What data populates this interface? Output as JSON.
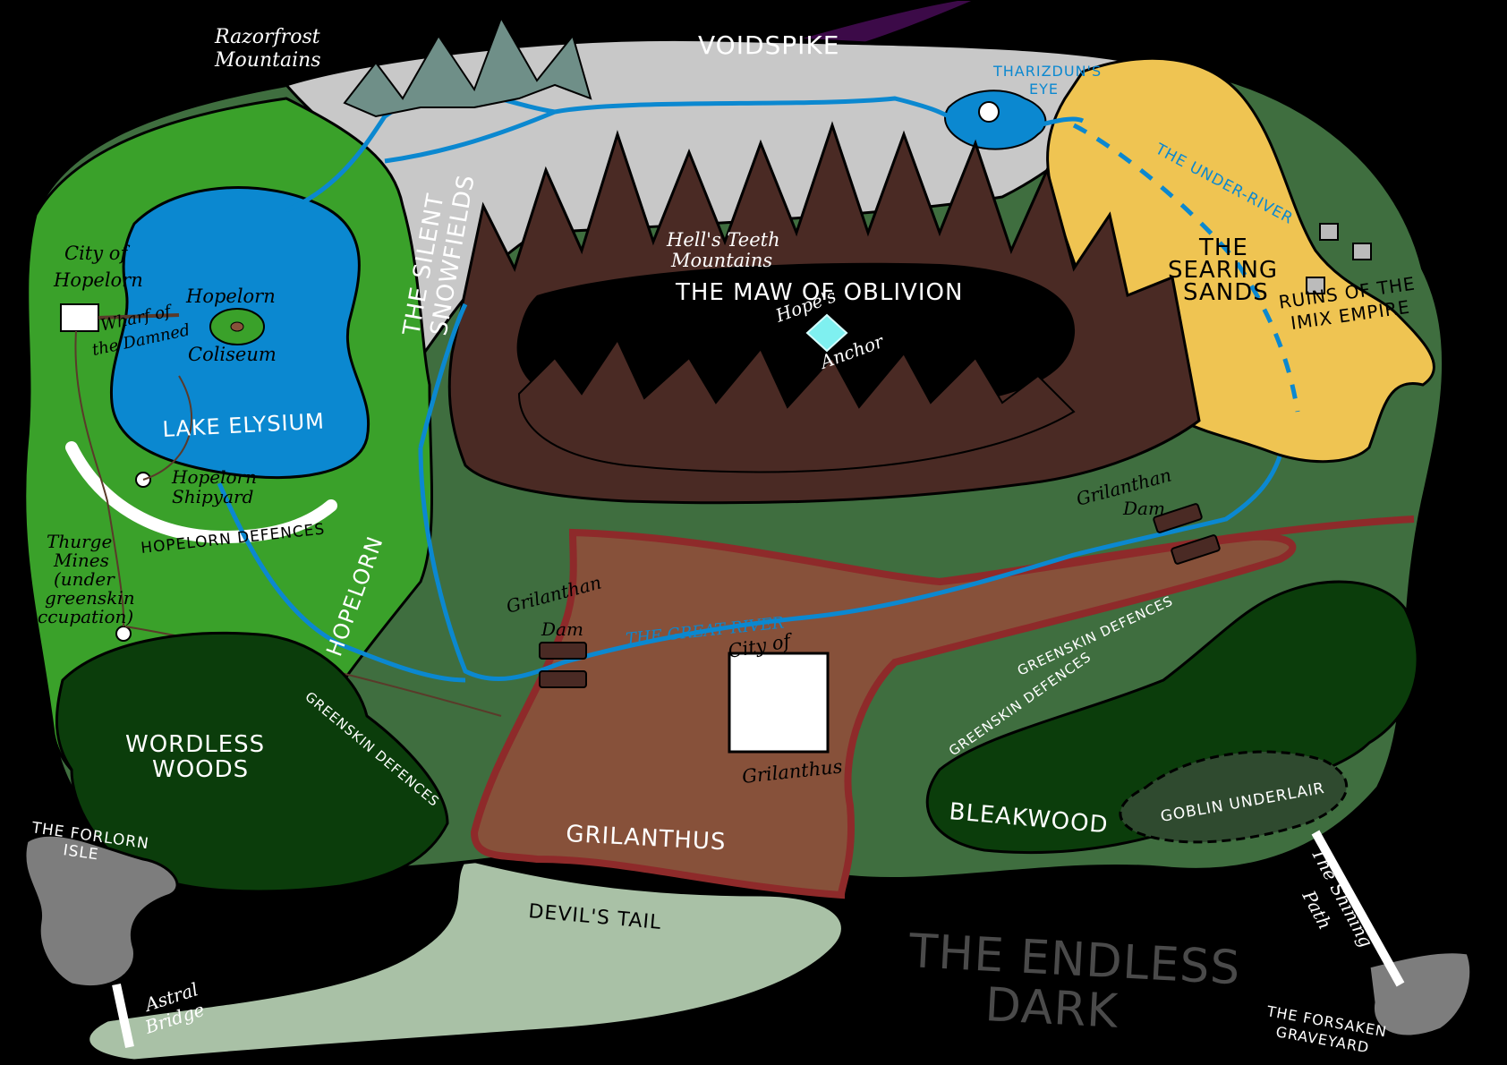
{
  "map": {
    "regions": {
      "razorfrost": [
        "Razorfrost",
        "Mountains"
      ],
      "voidspike": "VOIDSPIKE",
      "tharizdun": [
        "THARIZDUN'S",
        "EYE"
      ],
      "under_river": "THE UNDER-RIVER",
      "searing_sands": [
        "THE",
        "SEARING",
        "SANDS"
      ],
      "ruins": [
        "RUINS OF THE",
        "IMIX EMPIRE"
      ],
      "silent_snowfields": [
        "THE SILENT",
        "SNOWFIELDS"
      ],
      "hells_teeth": [
        "Hell's Teeth",
        "Mountains"
      ],
      "maw": "THE MAW OF OBLIVION",
      "hopes_anchor": [
        "Hope's",
        "Anchor"
      ],
      "city_hopelorn": [
        "City of",
        "Hopelorn"
      ],
      "wharf": [
        "Wharf of",
        "the Damned"
      ],
      "coliseum": [
        "Hopelorn",
        "Coliseum"
      ],
      "lake": "LAKE ELYSIUM",
      "shipyard": [
        "Hopelorn",
        "Shipyard"
      ],
      "hopelorn_defences": "HOPELORN DEFENCES",
      "thurge": [
        "Thurge",
        "Mines",
        "(under",
        "greenskin",
        "occupation)"
      ],
      "hopelorn": "HOPELORN",
      "grilanthan_dam_west": [
        "Grilanthan",
        "Dam"
      ],
      "grilanthan_dam_east": [
        "Grilanthan",
        "Dam"
      ],
      "great_river": "THE GREAT RIVER",
      "city_grilanthus_top": "City of",
      "city_grilanthus_bottom": "Grilanthus",
      "greenskin_west": "GREENSKIN DEFENCES",
      "greenskin_mid": "GREENSKIN DEFENCES",
      "greenskin_east": "GREENSKIN DEFENCES",
      "wordless_woods": [
        "WORDLESS",
        "WOODS"
      ],
      "grilanthus": "GRILANTHUS",
      "bleakwood": "BLEAKWOOD",
      "goblin_underlair": "GOBLIN UNDERLAIR",
      "forlorn_isle": [
        "THE FORLORN",
        "ISLE"
      ],
      "astral_bridge": [
        "Astral",
        "Bridge"
      ],
      "devils_tail": "DEVIL'S TAIL",
      "endless_dark": [
        "THE ENDLESS",
        "DARK"
      ],
      "shining_path": [
        "The Shining",
        "Path"
      ],
      "forsaken_graveyard": [
        "THE FORSAKEN",
        "GRAVEYARD"
      ]
    },
    "colors": {
      "background": "#000000",
      "snow": "#c8c8c8",
      "grass": "#3aa12a",
      "dark_green": "#3f6e3f",
      "lake": "#0b88d0",
      "sand": "#efc452",
      "mountain": "#4a2a24",
      "grilanthus": "#87513a",
      "border": "#8e2a2a",
      "forest": "#0b3d0b",
      "voidspike": "#3c0a48",
      "tail": "#a9c1a6",
      "isle": "#7d7d7d"
    }
  }
}
